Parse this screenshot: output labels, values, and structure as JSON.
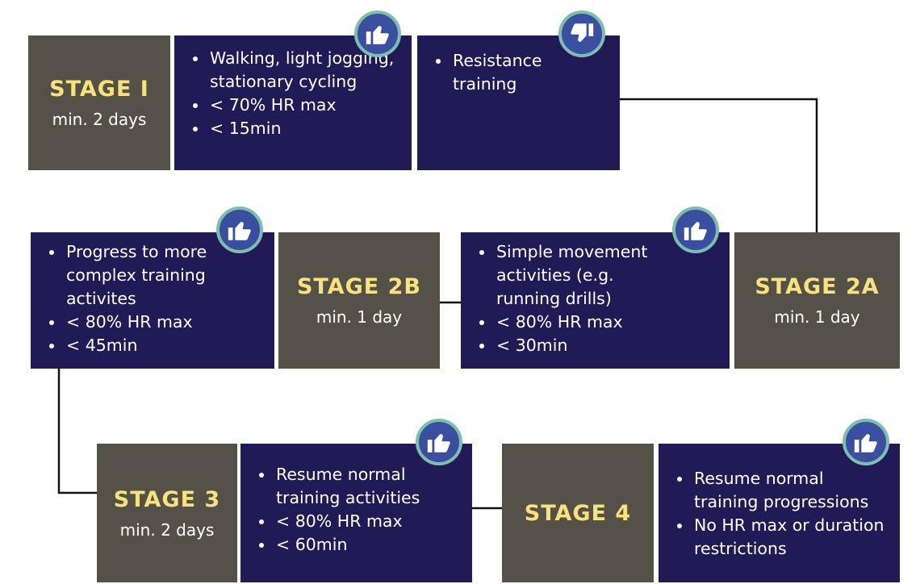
{
  "stages": {
    "stage1": {
      "title": "STAGE I",
      "duration": "min. 2 days"
    },
    "stage2a": {
      "title": "STAGE 2A",
      "duration": "min. 1 day"
    },
    "stage2b": {
      "title": "STAGE 2B",
      "duration": "min. 1 day"
    },
    "stage3": {
      "title": "STAGE 3",
      "duration": "min. 2 days"
    },
    "stage4": {
      "title": "STAGE 4",
      "duration": ""
    }
  },
  "activities": {
    "stage1_allowed": [
      "Walking, light jogging, stationary cycling",
      "< 70% HR max",
      "< 15min"
    ],
    "stage1_avoid": [
      "Resistance training"
    ],
    "stage2a": [
      "Simple movement activities (e.g. running drills)",
      "< 80% HR max",
      "< 30min"
    ],
    "stage2b": [
      "Progress to more complex training activites",
      "< 80% HR max",
      "< 45min"
    ],
    "stage3": [
      "Resume normal training activities",
      "< 80% HR max",
      "< 60min"
    ],
    "stage4": [
      "Resume normal training progressions",
      "No HR max or duration restrictions"
    ]
  },
  "icons": {
    "approve": "thumbs-up-icon",
    "avoid": "thumbs-down-icon"
  },
  "colors": {
    "stage_box": "#545248",
    "stage_title": "#f8e27a",
    "info_box": "#221a57",
    "badge_fill": "#3a4fa0",
    "badge_ring": "#7cbfae"
  }
}
